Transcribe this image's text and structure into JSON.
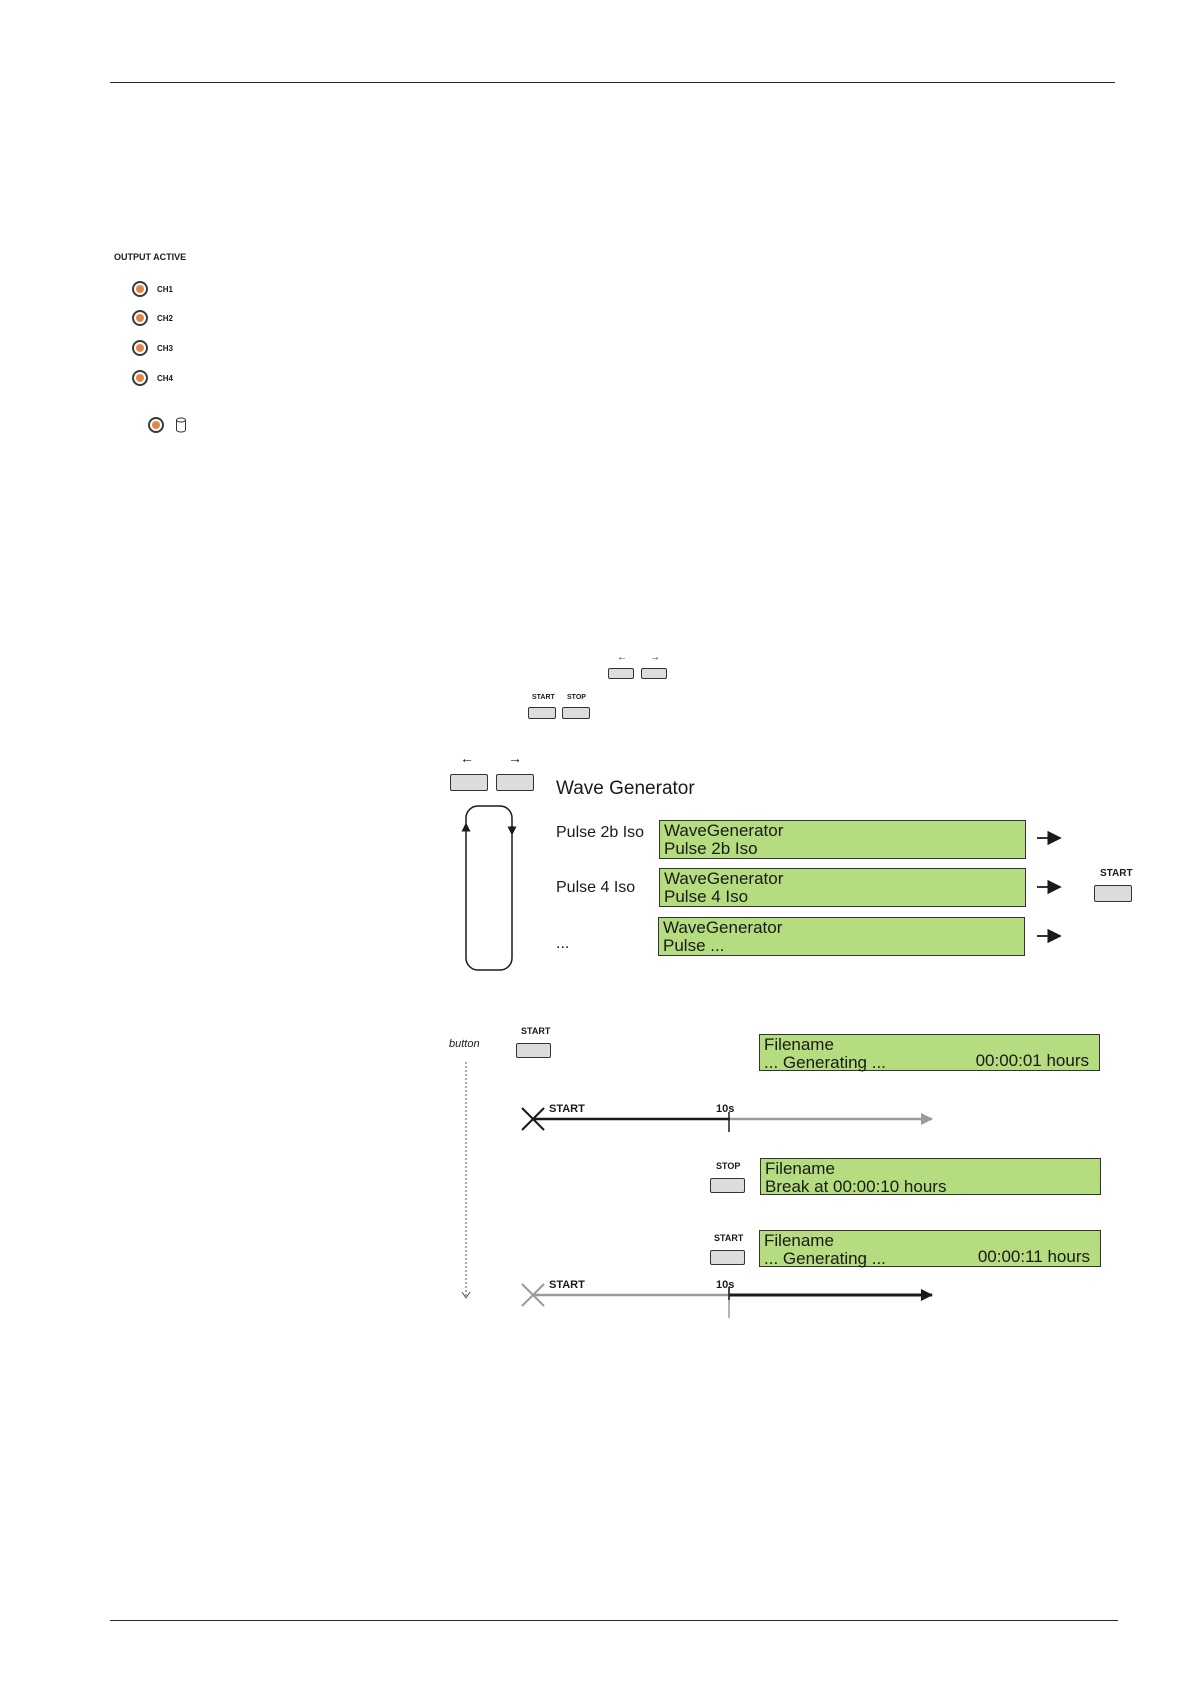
{
  "panel": {
    "title": "OUTPUT ACTIVE",
    "channels": [
      "CH1",
      "CH2",
      "CH3",
      "CH4"
    ],
    "storage_icon": "cylinder-icon"
  },
  "inline_keys": {
    "left_arrow": "←",
    "right_arrow": "→",
    "start": "START",
    "stop": "STOP"
  },
  "wave_menu": {
    "left_arrow": "←",
    "right_arrow": "→",
    "heading": "Wave Generator",
    "items": [
      {
        "label": "Pulse 2b Iso",
        "line1": "WaveGenerator",
        "line2": "Pulse 2b Iso"
      },
      {
        "label": "Pulse 4 Iso",
        "line1": "WaveGenerator",
        "line2": "Pulse 4 Iso"
      },
      {
        "label": "...",
        "line1": "WaveGenerator",
        "line2": "Pulse ..."
      }
    ],
    "start_label": "START"
  },
  "timeline": {
    "axis_label": "button",
    "start_key": "START",
    "stop_key": "STOP",
    "start_key_2": "START",
    "lcd1": {
      "line1": "Filename",
      "line2": "... Generating ...",
      "time": "00:00:01 hours"
    },
    "lcd2": {
      "line1": "Filename",
      "line2": "Break at 00:00:10 hours"
    },
    "lcd3": {
      "line1": "Filename",
      "line2": "... Generating ...",
      "time": "00:00:11 hours"
    },
    "run1_start": "START",
    "run1_mark": "10s",
    "run2_start": "START",
    "run2_mark": "10s"
  }
}
